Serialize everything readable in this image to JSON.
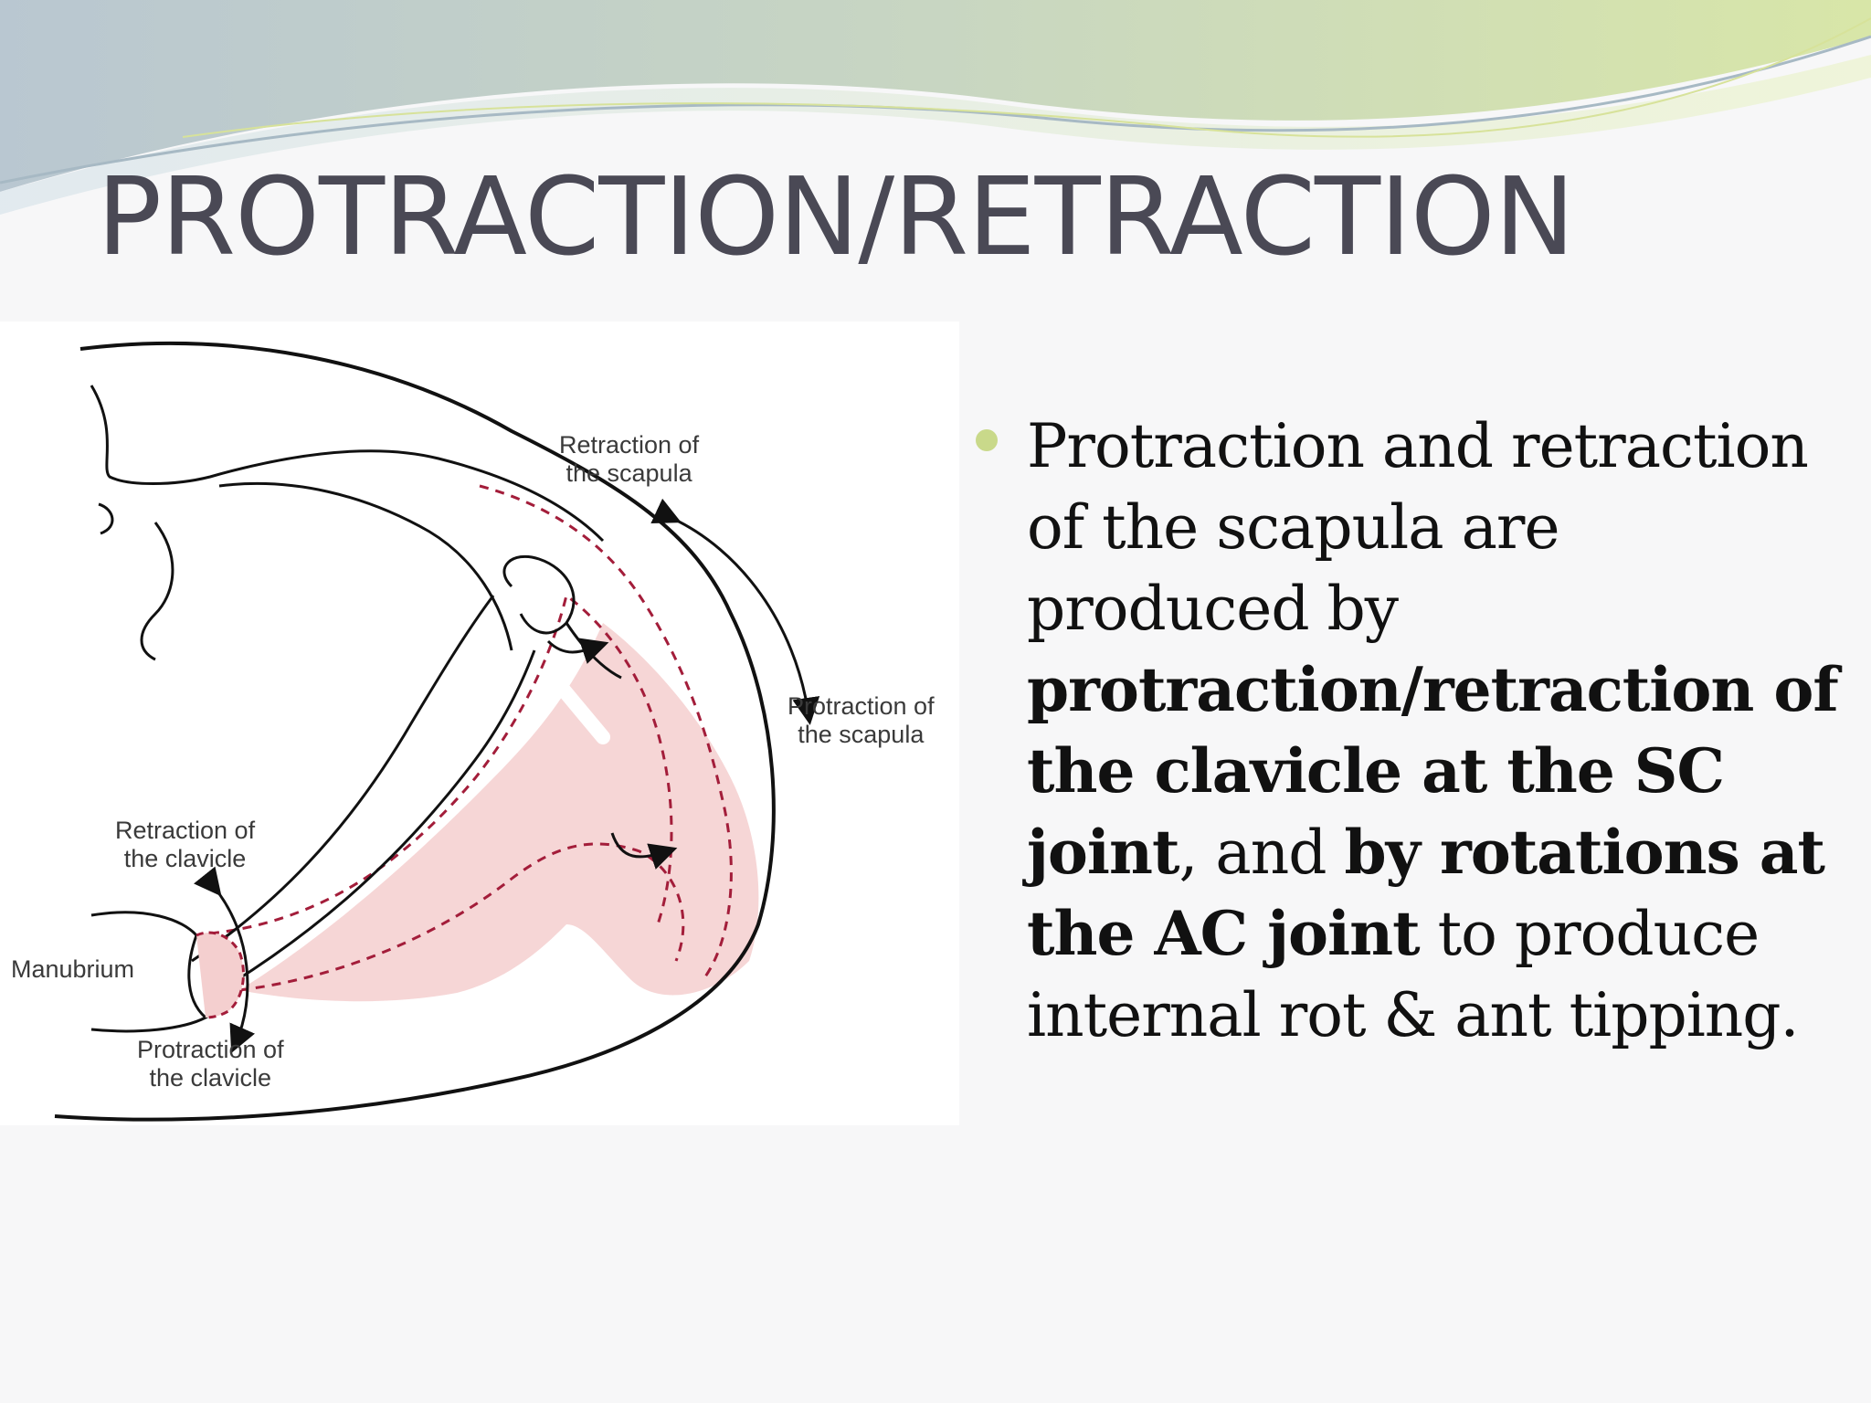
{
  "slide": {
    "title": "PROTRACTION/RETRACTION",
    "colors": {
      "title": "#4a4955",
      "bullet": "#c9d98a",
      "body": "#111111",
      "diagram_fill": "#f4cfcf",
      "diagram_dash": "#a31d3a"
    }
  },
  "figure": {
    "labels": {
      "retraction_scapula_1": "Retraction of",
      "retraction_scapula_2": "the scapula",
      "protraction_scapula_1": "Protraction of",
      "protraction_scapula_2": "the scapula",
      "retraction_clavicle_1": "Retraction of",
      "retraction_clavicle_2": "the clavicle",
      "manubrium": "Manubrium",
      "protraction_clavicle_1": "Protraction of",
      "protraction_clavicle_2": "the clavicle"
    }
  },
  "bullet": {
    "p1": "Protraction and retraction of the scapula are produced by ",
    "b1": "protraction/retraction of the clavicle at the SC joint",
    "p2": ", and ",
    "b2": "by rotations at the AC joint",
    "p3": " to produce internal rot & ant tipping."
  }
}
